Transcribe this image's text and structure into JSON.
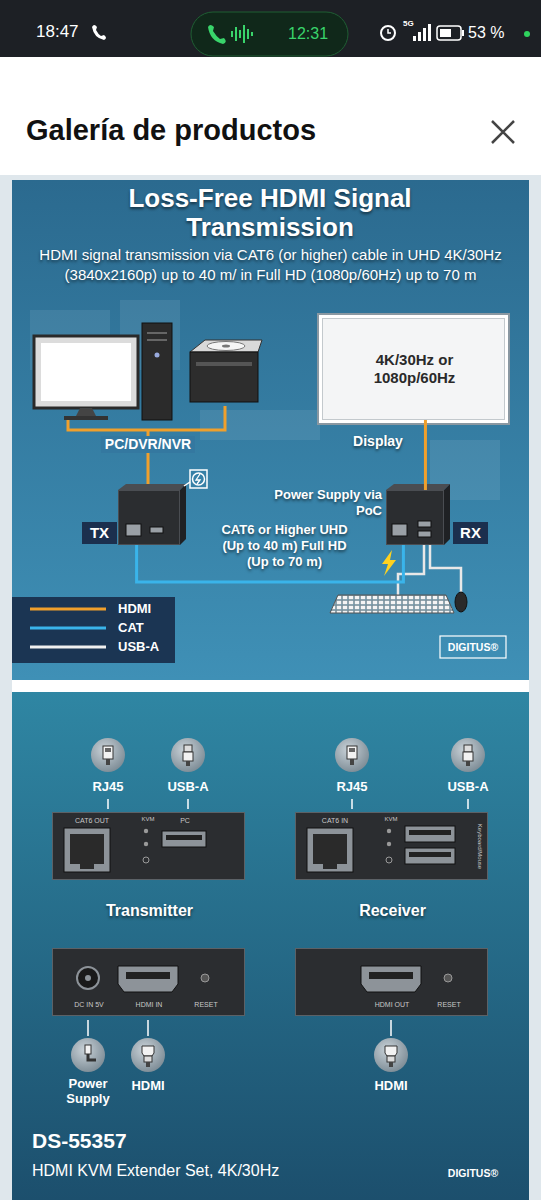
{
  "diagram": {
    "title": "Loss-Free HDMI Signal Transmission",
    "nodes": [
      {
        "text": [
          "4K/30Hz or 1080p/60Hz",
          "Display"
        ]
      },
      {
        "text": [
          "TX"
        ]
      },
      {
        "text": [
          "RX"
        ]
      },
      {
        "text": [
          "CAT6 OUT",
          "KVM",
          "PC",
          "Transmitter"
        ]
      },
      {
        "text": [
          "CAT6 IN",
          "KVM",
          "Keyboard/Mouse",
          "Receiver"
        ]
      },
      {
        "text": [
          "DC IN 5V",
          "HDMI IN",
          "RESET"
        ]
      },
      {
        "text": [
          "HDMI OUT",
          "RESET"
        ]
      }
    ],
    "edges": [
      {
        "from": 1,
        "to": 2,
        "arrow": "none",
        "label": "CAT6 or Higher UHD (Up to 40 m) Full HD (Up to 70 m)"
      },
      {
        "from": 2,
        "to": 0,
        "arrow": "none"
      }
    ],
    "labels": [
      "18:47",
      "12:31",
      "5G",
      "53 %",
      "Galería de productos",
      "HDMI signal transmission via CAT6 (or higher) cable in UHD 4K/30Hz (3840x2160p) up to 40 m/ in Full HD (1080p/60Hz) up to 70 m",
      "PC/DVR/NVR",
      "Power Supply via PoC",
      "DIGITUS®",
      "RJ45",
      "USB-A",
      "RJ45",
      "USB-A",
      "Power Supply",
      "HDMI",
      "HDMI",
      "DS-55357",
      "HDMI KVM Extender Set, 4K/30Hz",
      "DIGITUS®"
    ],
    "legend": [
      {
        "text": "HDMI"
      },
      {
        "text": "CAT"
      },
      {
        "text": "USB-A"
      }
    ]
  }
}
